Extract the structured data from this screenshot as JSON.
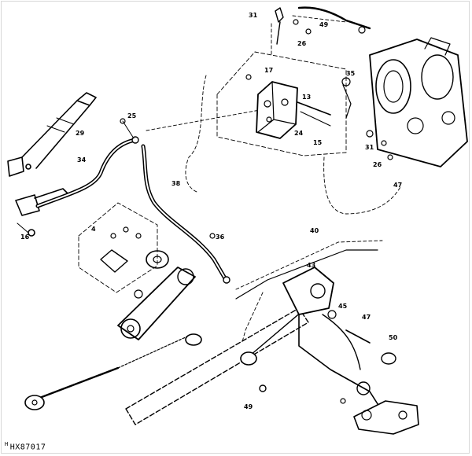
{
  "figure": {
    "reference_id": "HX87017",
    "reference_prefix": "H"
  },
  "callouts": {
    "c1": "31",
    "c2": "49",
    "c3": "26",
    "c4": "35",
    "c5": "17",
    "c6": "13",
    "c7": "24",
    "c8": "15",
    "c9": "25",
    "c10": "29",
    "c11": "34",
    "c12": "38",
    "c13": "36",
    "c14": "47",
    "c15": "26",
    "c16": "31",
    "c17": "16",
    "c18": "4",
    "c19": "40",
    "c20": "43",
    "c21": "45",
    "c22": "47",
    "c23": "50",
    "c24": "49"
  }
}
